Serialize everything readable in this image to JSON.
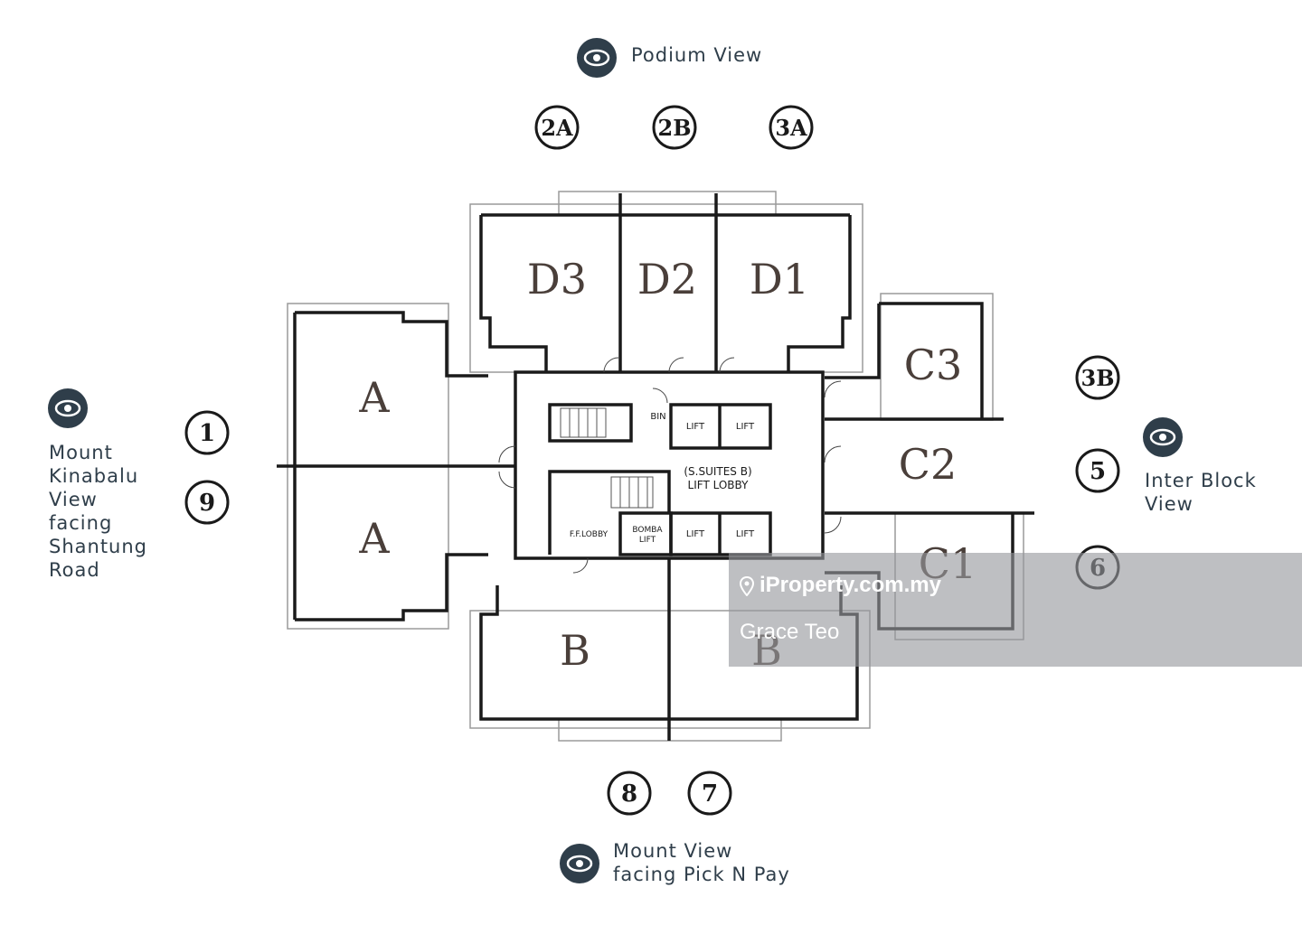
{
  "views": {
    "top": "Podium View",
    "left": "Mount\nKinabalu\nView\nfacing\nShantung\nRoad",
    "right": "Inter Block\nView",
    "bottom": "Mount View\nfacing Pick N Pay"
  },
  "unit_markers": [
    "2A",
    "2B",
    "3A",
    "3B",
    "1",
    "9",
    "5",
    "6",
    "8",
    "7"
  ],
  "units": [
    "D3",
    "D2",
    "D1",
    "C3",
    "C2",
    "C1",
    "A",
    "A",
    "B",
    "B"
  ],
  "rooms": {
    "bin": "BIN",
    "lift": "LIFT",
    "lobby_line1": "(S.SUITES B)",
    "lobby_line2": "LIFT LOBBY",
    "ff_lobby": "F.F.LOBBY",
    "bomba_line1": "BOMBA",
    "bomba_line2": "LIFT"
  },
  "watermark": {
    "site": "iProperty.com.my",
    "agent": "Grace Teo"
  },
  "colors": {
    "icon_bg": "#2f3e4a",
    "wall": "#1a1a1a",
    "unit_text": "#4a3f3a",
    "text": "#2f3e4a"
  },
  "icons": [
    "eye-icon",
    "location-pin-icon"
  ]
}
